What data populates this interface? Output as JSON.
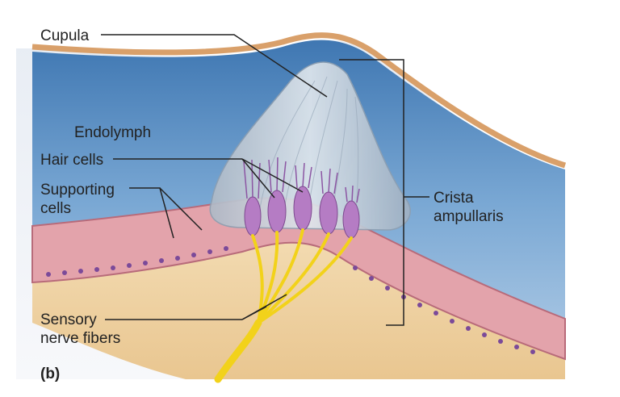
{
  "labels": {
    "cupula": "Cupula",
    "endolymph": "Endolymph",
    "hair_cells": "Hair cells",
    "supporting_cells_line1": "Supporting",
    "supporting_cells_line2": "cells",
    "crista_line1": "Crista",
    "crista_line2": "ampullaris",
    "sensory_line1": "Sensory",
    "sensory_line2": "nerve fibers",
    "panel": "(b)"
  },
  "colors": {
    "endolymph": "#5b8fc4",
    "membrane": "#d9a06a",
    "epithelium": "#e3a3ab",
    "cupula": "#c9d3dc",
    "hair_cell": "#b57cc4",
    "nerve": "#f2d21a",
    "connective": "#f1d6a8",
    "leader_line": "#222222"
  }
}
